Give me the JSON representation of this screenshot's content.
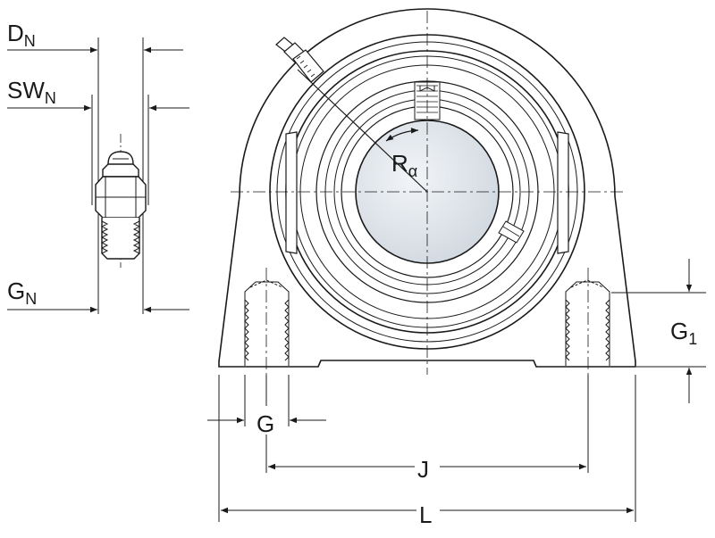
{
  "labels": {
    "dn": "D",
    "dn_sub": "N",
    "swn": "SW",
    "swn_sub": "N",
    "gn": "G",
    "gn_sub": "N",
    "r_alpha": "R",
    "r_alpha_sub": "α",
    "g1": "G",
    "g1_sub": "1",
    "g": "G",
    "j": "J",
    "l": "L"
  },
  "colors": {
    "line": "#1a1a1a",
    "shaft_fill": "#dfe5ec",
    "background": "#ffffff"
  }
}
